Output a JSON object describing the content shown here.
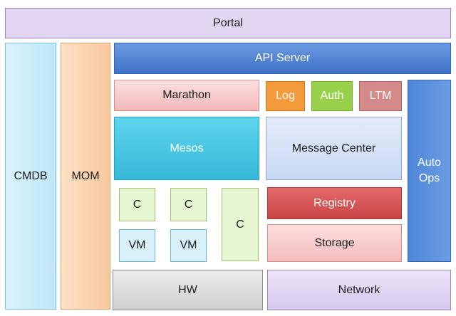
{
  "diagram": {
    "portal": "Portal",
    "cmdb": "CMDB",
    "mom": "MOM",
    "api_server": "API Server",
    "marathon": "Marathon",
    "log": "Log",
    "auth": "Auth",
    "ltm": "LTM",
    "auto_ops_line1": "Auto",
    "auto_ops_line2": "Ops",
    "mesos": "Mesos",
    "message_center": "Message Center",
    "container_1": "C",
    "container_2": "C",
    "container_3": "C",
    "vm_1": "VM",
    "vm_2": "VM",
    "registry": "Registry",
    "storage": "Storage",
    "hw": "HW",
    "network": "Network"
  }
}
